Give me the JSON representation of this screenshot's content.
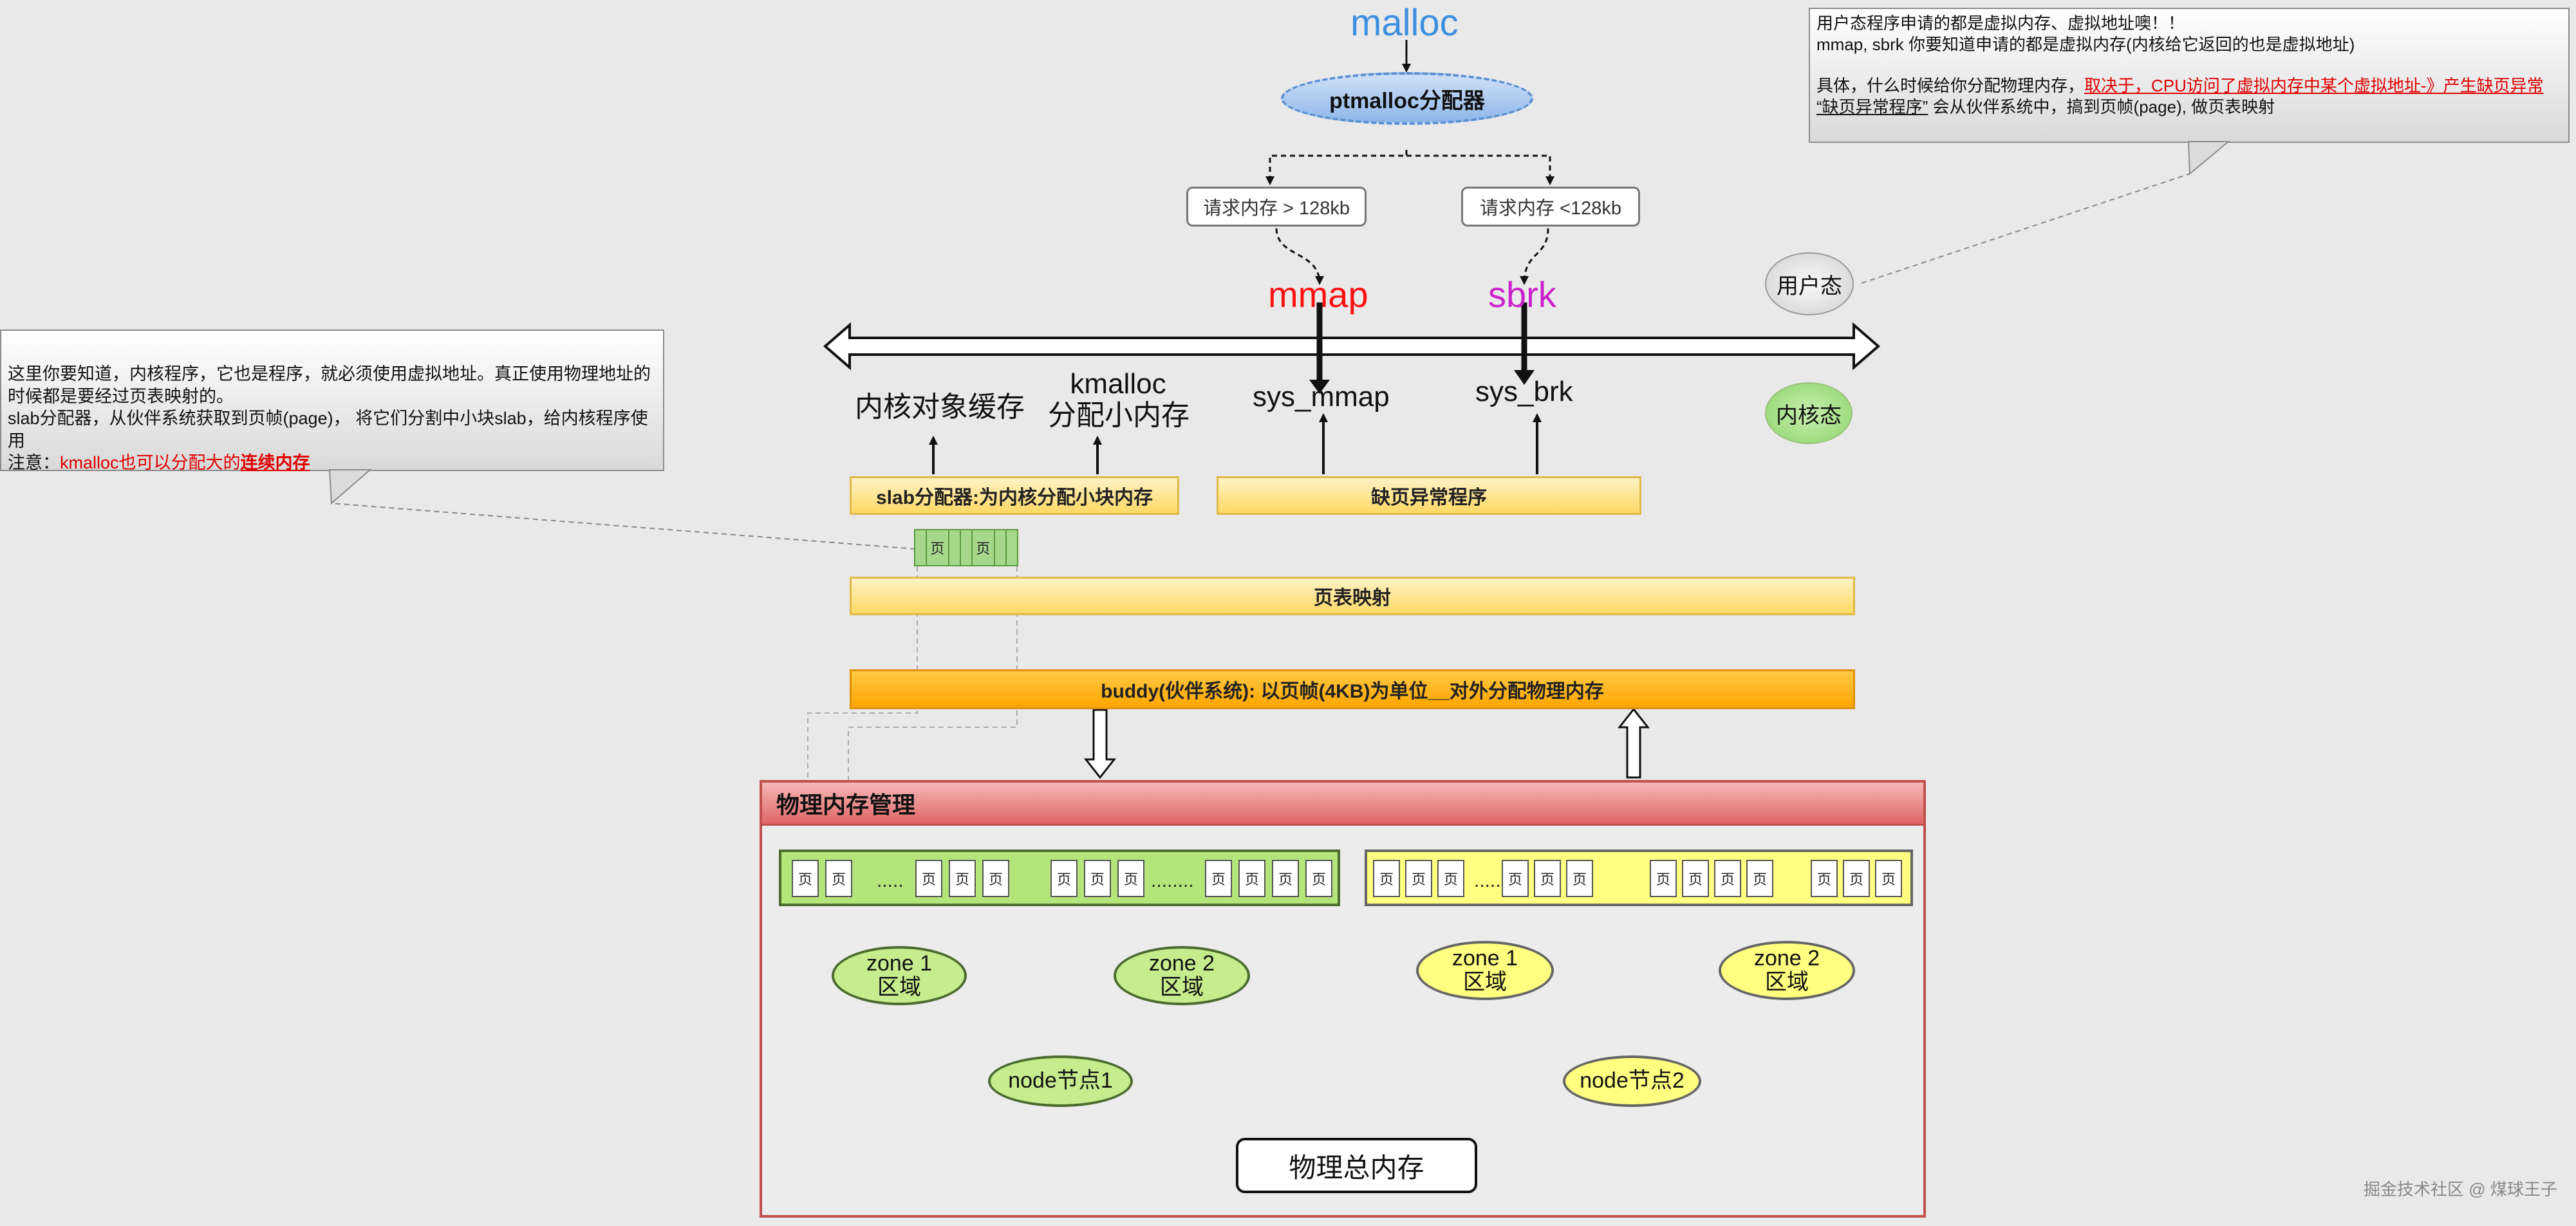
{
  "title": "malloc",
  "allocator": "ptmalloc分配器",
  "requests": {
    "large": "请求内存 > 128kb",
    "small": "请求内存 <128kb"
  },
  "syscalls": {
    "mmap": "mmap",
    "sbrk": "sbrk"
  },
  "modes": {
    "user": "用户态",
    "kernel": "内核态"
  },
  "kernel_labels": {
    "object_cache": "内核对象缓存",
    "kmalloc_line1": "kmalloc",
    "kmalloc_line2": "分配小内存",
    "sys_mmap": "sys_mmap",
    "sys_brk": "sys_brk"
  },
  "bars": {
    "slab": "slab分配器:为内核分配小块内存",
    "page_fault": "缺页异常程序",
    "page_table": "页表映射",
    "buddy": "buddy(伙伴系统): 以页帧(4KB)为单位__对外分配物理内存"
  },
  "page_label": "页",
  "dots": {
    "short": ".....",
    "long": "........"
  },
  "physical": {
    "title": "物理内存管理",
    "zone_line1_a": "zone 1",
    "zone_line1_b": "zone 2",
    "zone_line2": "区域",
    "node1": "node节点1",
    "node2": "node节点2",
    "total": "物理总内存"
  },
  "note_right": {
    "line1": "用户态程序申请的都是虚拟内存、虚拟地址噢！！",
    "line2": "mmap, sbrk 你要知道申请的都是虚拟内存(内核给它返回的也是虚拟地址)",
    "line3_prefix": "具体，什么时候给你分配物理内存，",
    "line3_red": "取决于，CPU访问了虚拟内存中某个虚拟地址-》产生缺页异常",
    "line4_underlined": "“缺页异常程序”",
    "line4_rest": " 会从伙伴系统中，搞到页帧(page), 做页表映射"
  },
  "note_left": {
    "line1": "这里你要知道，内核程序，它也是程序，就必须使用虚拟地址。真正使用物理地址的时候都是要经过页表映射的。",
    "line2": "slab分配器，从伙伴系统获取到页帧(page)，  将它们分割中小块slab，给内核程序使用",
    "line3_prefix": "注意：",
    "line3_red": "kmalloc也可以分配大的",
    "line3_bold": "连续内存"
  },
  "watermark": "掘金技术社区 @ 煤球王子"
}
